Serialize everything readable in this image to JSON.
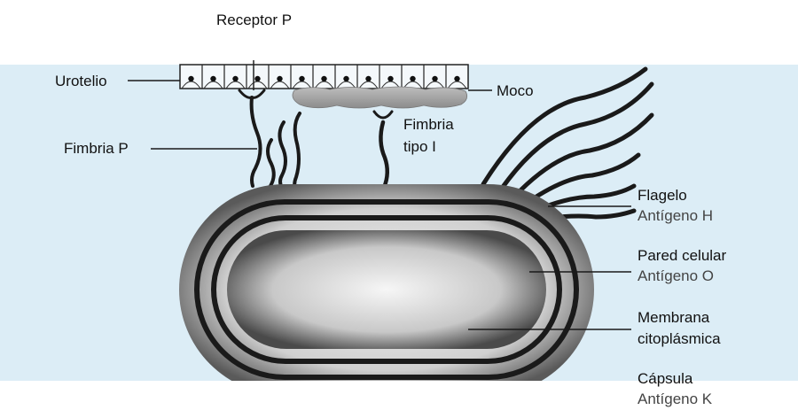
{
  "labels": {
    "receptor_p": "Receptor P",
    "urotelio": "Urotelio",
    "moco": "Moco",
    "fimbria_p": "Fimbria P",
    "fimbria_tipo1_line1": "Fimbria",
    "fimbria_tipo1_line2": "tipo I",
    "flagelo": "Flagelo",
    "antigeno_h": "Antígeno H",
    "pared_celular": "Pared celular",
    "antigeno_o": "Antígeno O",
    "membrana_line1": "Membrana",
    "membrana_line2": "citoplásmica",
    "capsula": "Cápsula",
    "antigeno_k": "Antígeno K"
  },
  "colors": {
    "background_panel": "#dcedf6",
    "ink": "#1a1a1a",
    "mucus": "#9a9a9a"
  }
}
